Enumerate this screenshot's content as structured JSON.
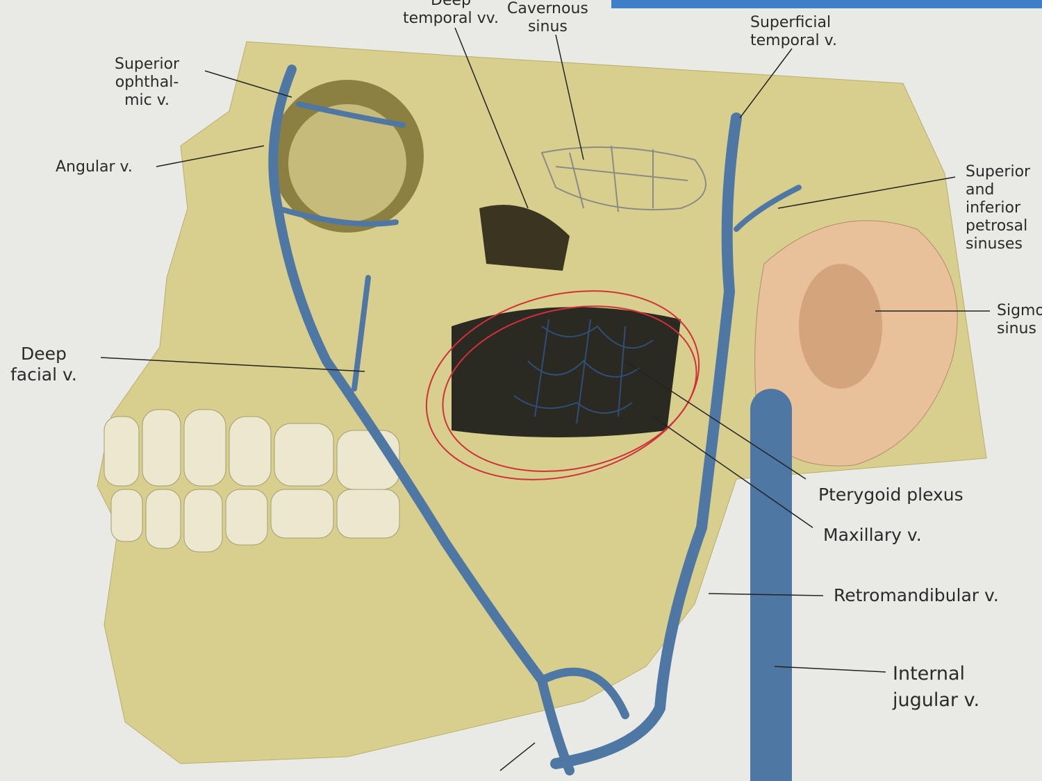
{
  "figure": {
    "labels": {
      "deep_temporal": "Deep\ntemporal vv.",
      "cavernous": "Cavernous\nsinus",
      "superficial_temporal": "Superficial\ntemporal v.",
      "superior_ophthalmic": "Superior\nophthal-\nmic v.",
      "angular": "Angular v.",
      "petrosal": "Superior\nand\ninferior\npetrosal\nsinuses",
      "sigmoid": "Sigmoid\nsinus",
      "deep_facial": "Deep\nfacial v.",
      "pterygoid": "Pterygoid plexus",
      "maxillary": "Maxillary v.",
      "retromandibular": "Retromandibular v.",
      "internal_jugular": "Internal\njugular v."
    },
    "colors": {
      "bone": "#d8cf8e",
      "vein": "#4f77a3",
      "annotation": "#d0303a",
      "header_bar": "#3f7fc8"
    }
  }
}
